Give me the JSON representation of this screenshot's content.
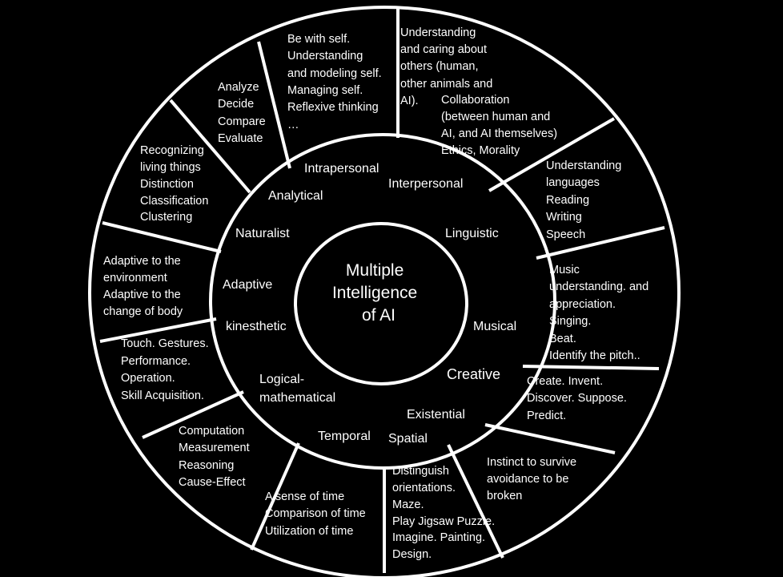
{
  "center": {
    "lines": [
      "Multiple",
      "Intelligence",
      "of AI"
    ]
  },
  "categories": {
    "intrapersonal": "Intrapersonal",
    "interpersonal": "Interpersonal",
    "analytical": "Analytical",
    "linguistic": "Linguistic",
    "naturalist": "Naturalist",
    "adaptive": "Adaptive",
    "musical": "Musical",
    "kinesthetic": "kinesthetic",
    "creative": "Creative",
    "logical": [
      "Logical-",
      "mathematical"
    ],
    "existential": "Existential",
    "temporal": "Temporal",
    "spatial": "Spatial"
  },
  "descriptions": {
    "intrapersonal": [
      "Be with self.",
      "Understanding",
      "and modeling self.",
      "Managing self.",
      "Reflexive thinking",
      "…"
    ],
    "interpersonal": [
      "Understanding",
      "and caring about",
      "others (human,",
      "other animals and",
      "AI)."
    ],
    "collaboration": [
      "Collaboration",
      "(between  human and",
      "AI, and AI themselves)",
      "Ethics, Morality"
    ],
    "linguistic": [
      "Understanding",
      "languages",
      "Reading",
      "Writing",
      "Speech"
    ],
    "musical": [
      "Music",
      "understanding. and",
      "appreciation.",
      "Singing.",
      "Beat.",
      "Identify the pitch.."
    ],
    "creative": [
      "Create. Invent.",
      "Discover. Suppose.",
      "Predict."
    ],
    "existential": [
      "Instinct to survive",
      "avoidance to be",
      "broken"
    ],
    "spatial": [
      "Distinguish",
      "orientations.",
      "Maze.",
      "Play Jigsaw Puzzle.",
      "Imagine.  Painting.",
      "Design."
    ],
    "temporal": [
      "A sense of time",
      "Comparison of time",
      "Utilization of time"
    ],
    "logical": [
      "Computation",
      "Measurement",
      "Reasoning",
      "Cause-Effect"
    ],
    "kinesthetic": [
      "Touch. Gestures.",
      "Performance.",
      "Operation.",
      "Skill Acquisition."
    ],
    "adaptive": [
      "Adaptive to the",
      "environment",
      "Adaptive to the",
      "change of body"
    ],
    "naturalist": [
      "Recognizing",
      "living things",
      "Distinction",
      "Classification",
      "Clustering"
    ],
    "analytical": [
      "Analyze",
      "Decide",
      "Compare",
      "Evaluate"
    ]
  }
}
